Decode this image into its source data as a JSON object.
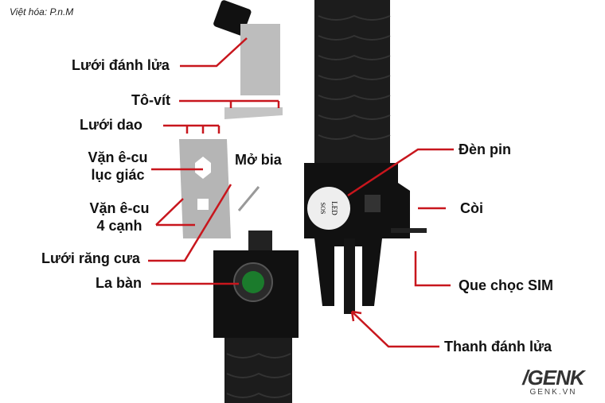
{
  "credit": "Việt hóa: P.n.M",
  "labels": {
    "fire_blade": "Lưới đánh lửa",
    "screwdriver": "Tô-vít",
    "knife_blade": "Lưới dao",
    "hex_wrench_1": "Vặn ê-cu",
    "hex_wrench_2": "lục giác",
    "bottle_opener": "Mở bia",
    "square_wrench_1": "Vặn ê-cu",
    "square_wrench_2": "4 cạnh",
    "saw_blade": "Lưới răng cưa",
    "compass": "La bàn",
    "flashlight": "Đèn pin",
    "whistle": "Còi",
    "sim_pin": "Que chọc SIM",
    "fire_starter": "Thanh đánh lửa"
  },
  "led_text": "LED",
  "sos_text": "SOS",
  "logo": {
    "main": "/GENK",
    "sub": "GENK.VN"
  },
  "colors": {
    "annotation": "#c8161d",
    "strap": "#1a1a1a",
    "metal": "#b9b9b9"
  }
}
